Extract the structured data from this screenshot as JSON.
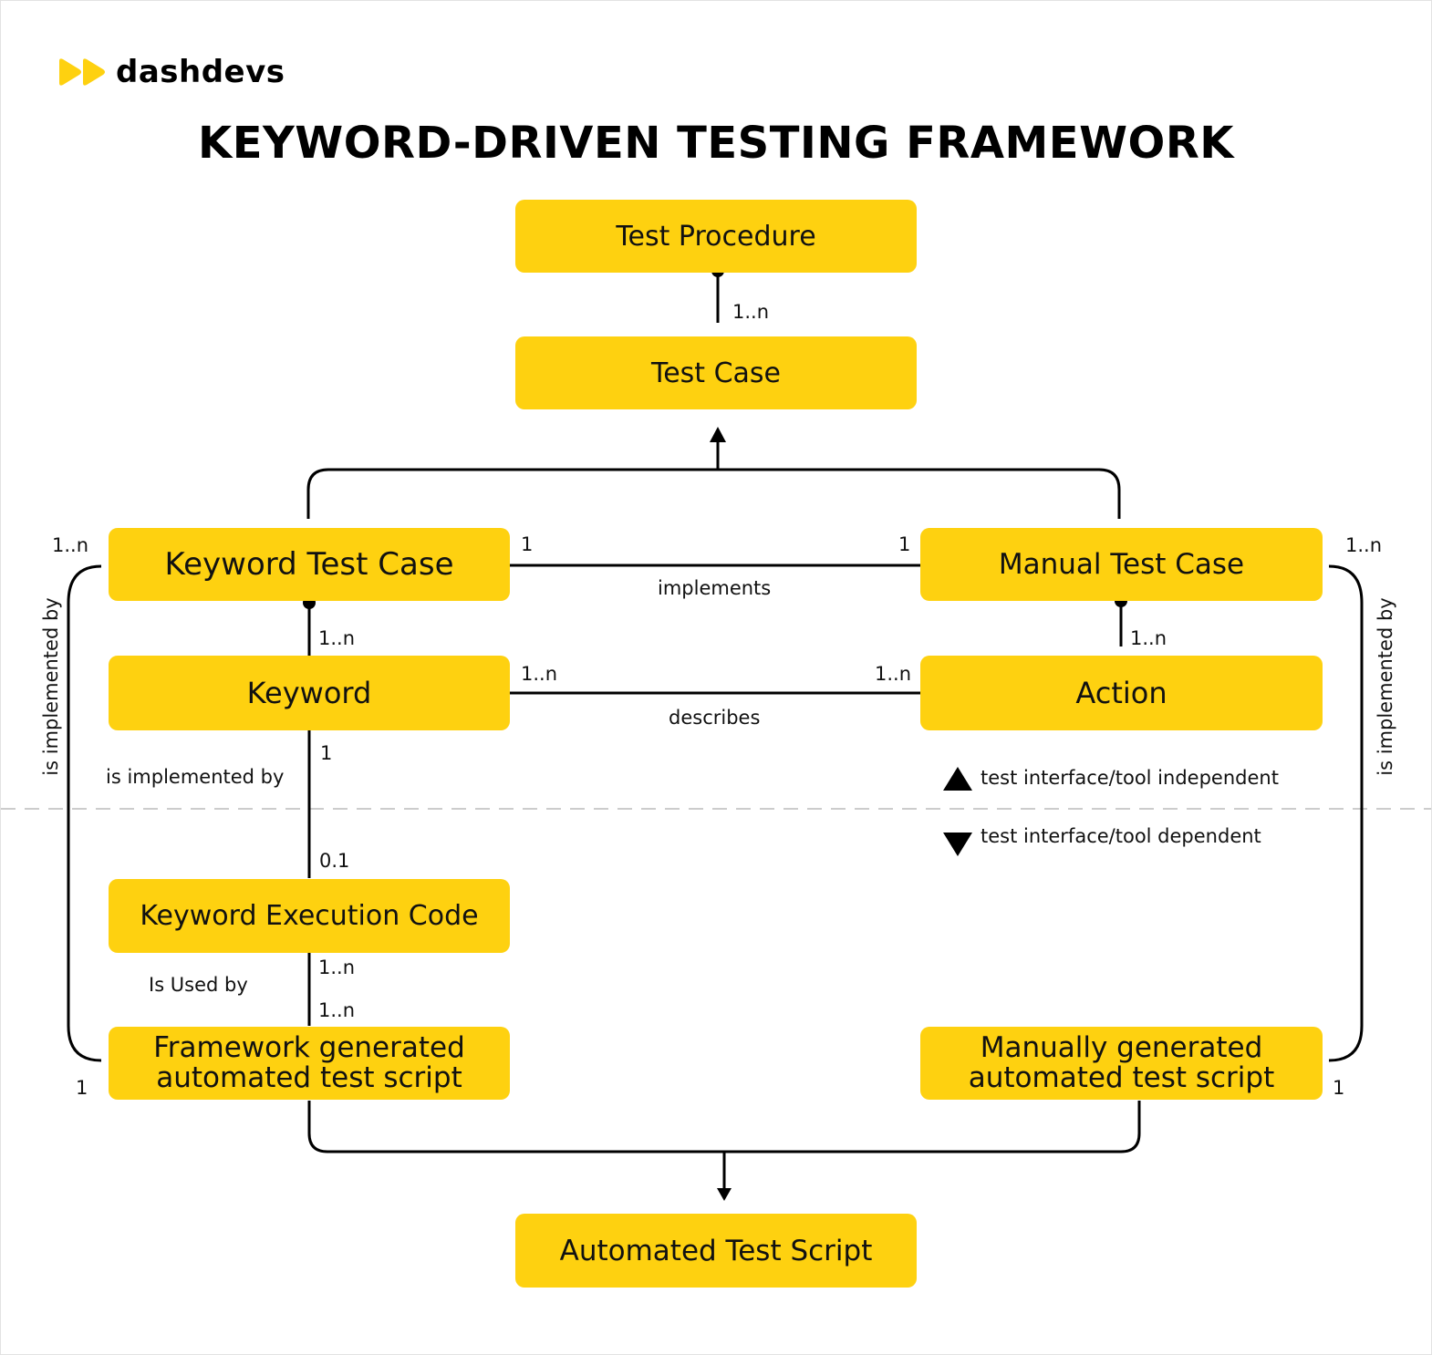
{
  "brand": {
    "name": "dashdevs",
    "icon": "double-play-icon",
    "color": "#FED110"
  },
  "title": "KEYWORD-DRIVEN TESTING FRAMEWORK",
  "colors": {
    "box_fill": "#FED110",
    "line": "#000000",
    "divider": "#cccccc"
  },
  "boxes": {
    "test_procedure": "Test Procedure",
    "test_case": "Test Case",
    "keyword_test_case": "Keyword Test Case",
    "manual_test_case": "Manual Test Case",
    "keyword": "Keyword",
    "action": "Action",
    "keyword_execution_code": "Keyword Execution Code",
    "framework_script_line1": "Framework generated",
    "framework_script_line2": "automated test script",
    "manual_script_line1": "Manually generated",
    "manual_script_line2": "automated test script",
    "automated_test_script": "Automated Test Script"
  },
  "relations": {
    "procedure_case": "1..n",
    "ktc_mtc_left": "1",
    "ktc_mtc_right": "1",
    "implements": "implements",
    "ktc_keyword": "1..n",
    "mtc_action": "1..n",
    "kw_action_left": "1..n",
    "kw_action_right": "1..n",
    "describes": "describes",
    "kw_code_top": "1",
    "is_implemented_by": "is implemented by",
    "kw_code_bottom": "0.1",
    "code_script_top": "1..n",
    "is_used_by": "Is Used by",
    "code_script_bottom": "1..n",
    "left_loop_top": "1..n",
    "left_loop_bottom": "1",
    "left_loop_label": "is implemented by",
    "right_loop_top": "1..n",
    "right_loop_bottom": "1",
    "right_loop_label": "is implemented by"
  },
  "legend": {
    "independent": "test interface/tool independent",
    "dependent": "test interface/tool dependent",
    "independent_icon": "triangle-up-icon",
    "dependent_icon": "triangle-down-icon"
  }
}
